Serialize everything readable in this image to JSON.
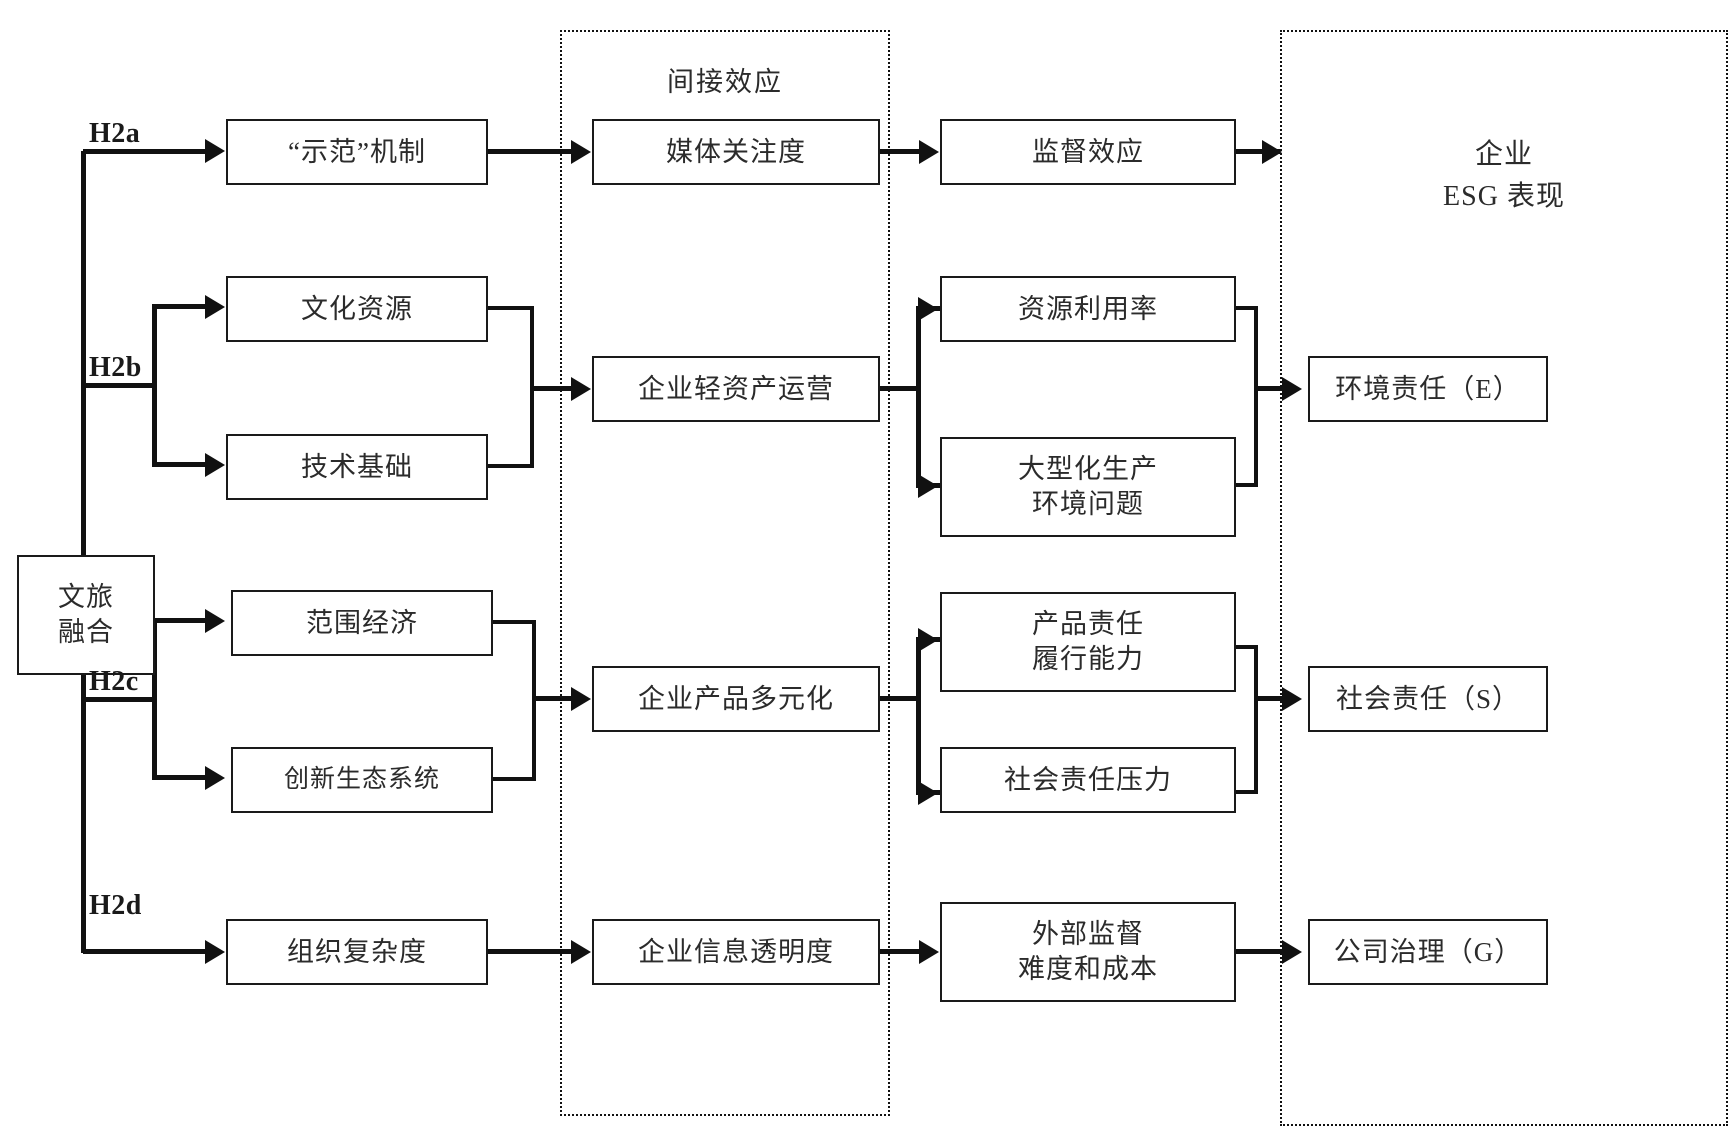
{
  "diagram": {
    "title_present": false,
    "source_node": {
      "label": "文旅\n融合"
    },
    "regions": [
      {
        "id": "indirect",
        "label": "间接效应"
      },
      {
        "id": "esg",
        "label": "企业\nESG 表现"
      }
    ],
    "hypotheses": [
      {
        "id": "H2a",
        "label": "H2a"
      },
      {
        "id": "H2b",
        "label": "H2b"
      },
      {
        "id": "H2c",
        "label": "H2c"
      },
      {
        "id": "H2d",
        "label": "H2d"
      }
    ],
    "nodes": {
      "col1": [
        {
          "id": "demo-mechanism",
          "label": "“示范”机制"
        },
        {
          "id": "cultural-resource",
          "label": "文化资源"
        },
        {
          "id": "tech-foundation",
          "label": "技术基础"
        },
        {
          "id": "scope-economy",
          "label": "范围经济"
        },
        {
          "id": "innovation-eco",
          "label": "创新生态系统"
        },
        {
          "id": "org-complexity",
          "label": "组织复杂度"
        }
      ],
      "col2": [
        {
          "id": "media-attention",
          "label": "媒体关注度"
        },
        {
          "id": "asset-light-ops",
          "label": "企业轻资产运营"
        },
        {
          "id": "product-diversity",
          "label": "企业产品多元化"
        },
        {
          "id": "info-transparency",
          "label": "企业信息透明度"
        }
      ],
      "col3": [
        {
          "id": "supervision-effect",
          "label": "监督效应"
        },
        {
          "id": "resource-use-rate",
          "label": "资源利用率"
        },
        {
          "id": "large-scale-env",
          "label": "大型化生产\n环境问题"
        },
        {
          "id": "product-liability",
          "label": "产品责任\n履行能力"
        },
        {
          "id": "social-pressure",
          "label": "社会责任压力"
        },
        {
          "id": "external-oversight",
          "label": "外部监督\n难度和成本"
        }
      ],
      "col4": [
        {
          "id": "environment-e",
          "label": "环境责任（E）"
        },
        {
          "id": "social-s",
          "label": "社会责任（S）"
        },
        {
          "id": "governance-g",
          "label": "公司治理（G）"
        }
      ]
    },
    "colors": {
      "stroke": "#111111",
      "text": "#2b2b2b",
      "background": "#ffffff"
    }
  }
}
